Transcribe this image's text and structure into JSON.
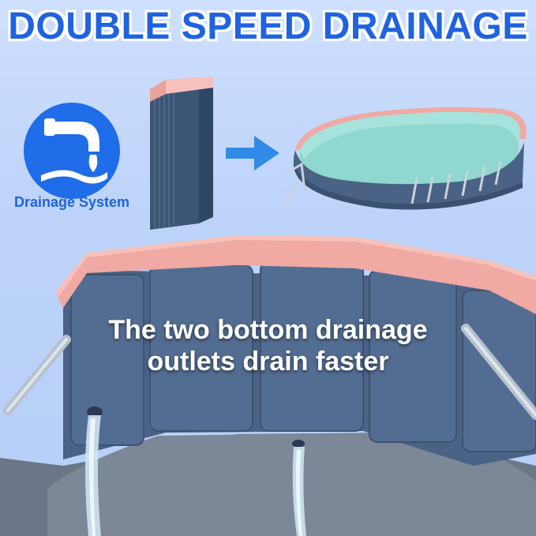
{
  "headline": "DOUBLE SPEED DRAINAGE",
  "badge": {
    "label": "Drainage System",
    "icon": "faucet-icon"
  },
  "arrow_icon": "arrow-right-icon",
  "caption_lines": [
    "The two bottom drainage",
    "outlets drain faster"
  ],
  "colors": {
    "brand_blue": "#1f63e0",
    "pool_wall": "#4a6285",
    "pool_rim": "#f0a9a3",
    "arrow": "#2f8be6",
    "background": "#c3d8fb"
  }
}
